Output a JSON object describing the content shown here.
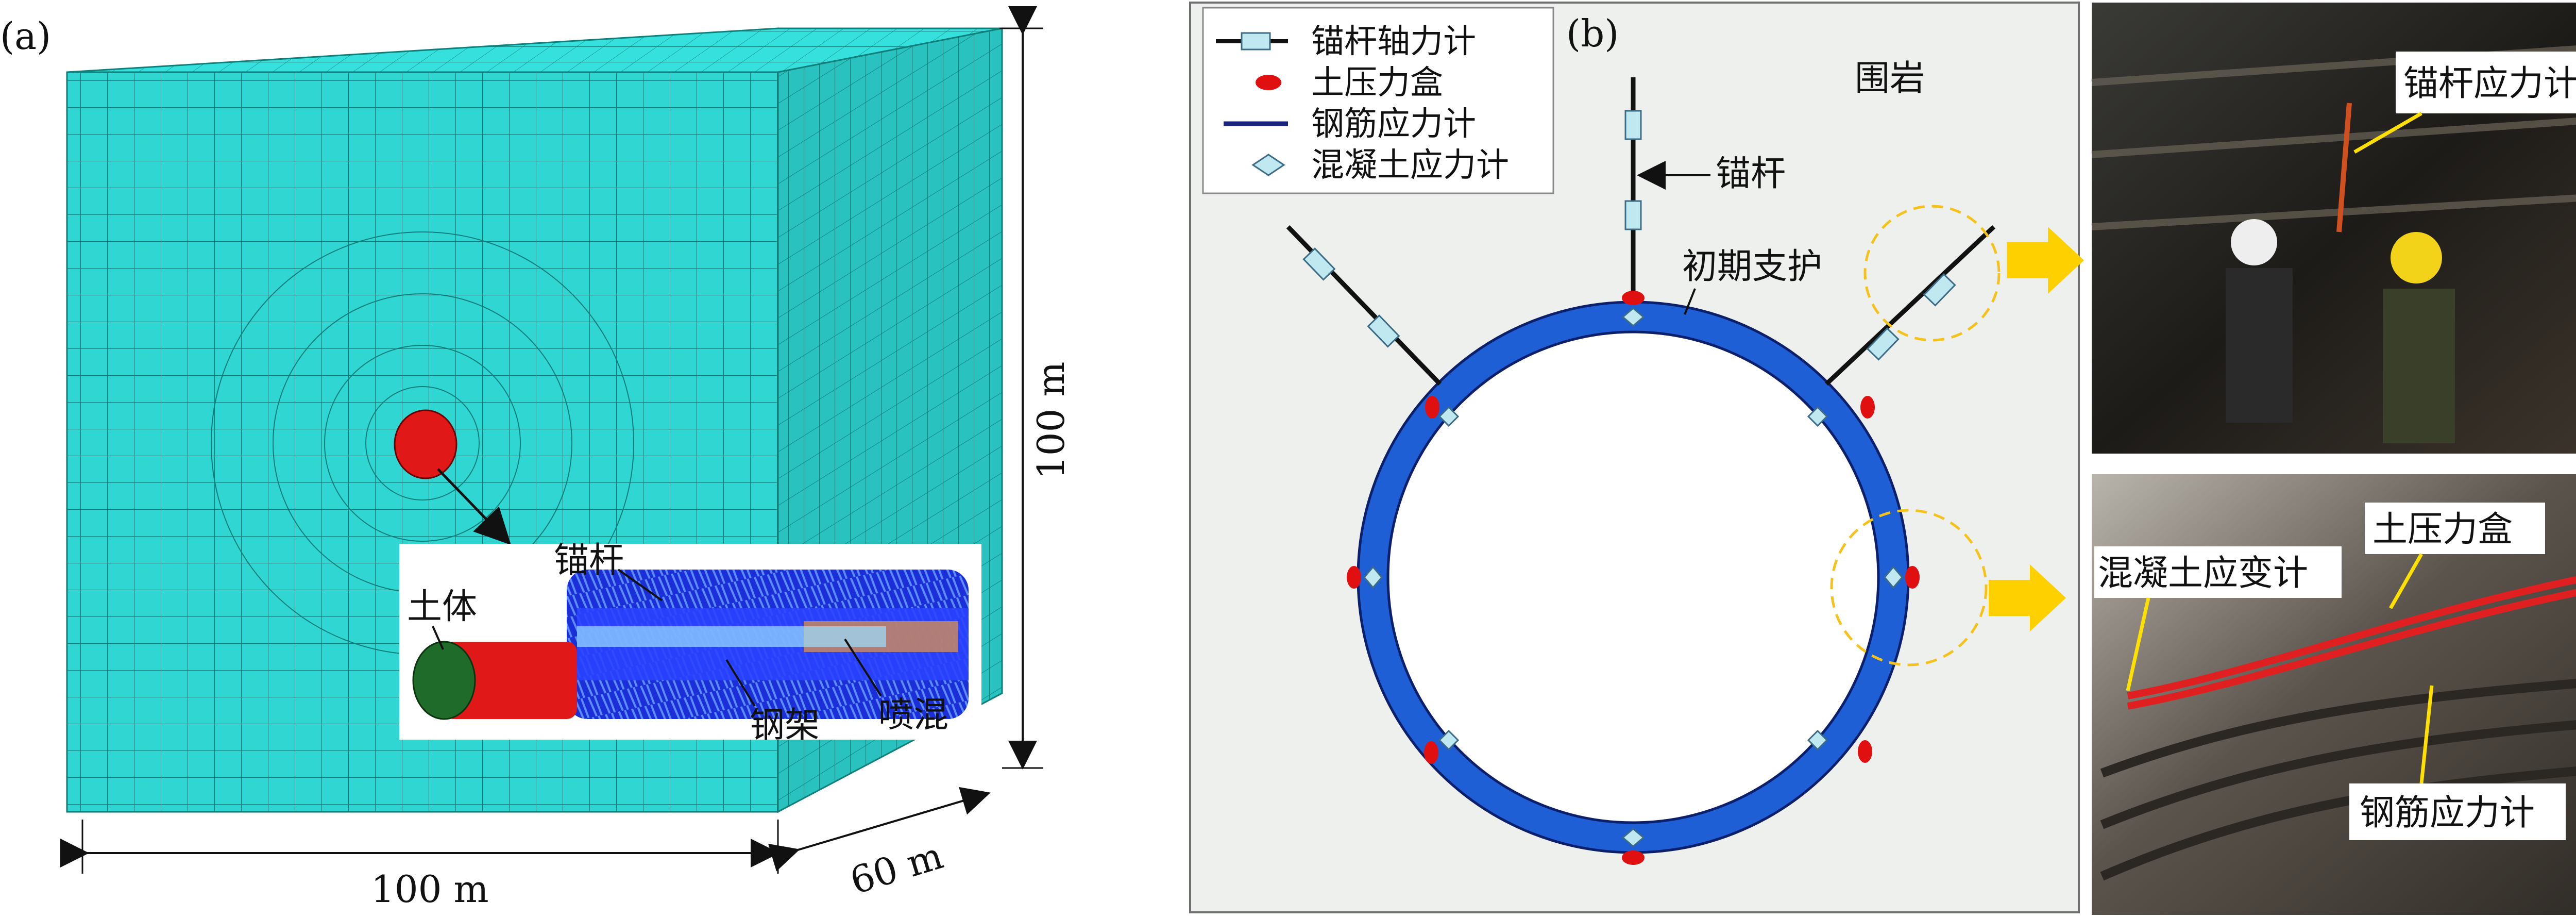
{
  "panel_a": {
    "tag": "(a)",
    "dim_height": "100 m",
    "dim_width": "100 m",
    "dim_depth": "60 m",
    "inset_labels": {
      "bolt": "锚杆",
      "soil": "土体",
      "frame": "钢架",
      "shotcrete": "喷混"
    }
  },
  "panel_b": {
    "tag": "(b)",
    "legend": [
      {
        "label": "锚杆轴力计",
        "icon": "bolt-axial-gauge-icon"
      },
      {
        "label": "土压力盒",
        "icon": "earth-pressure-cell-icon"
      },
      {
        "label": "钢筋应力计",
        "icon": "rebar-stress-gauge-icon"
      },
      {
        "label": "混凝土应力计",
        "icon": "concrete-stress-gauge-icon"
      }
    ],
    "surrounding_rock": "围岩",
    "bolt": "锚杆",
    "initial_support": "初期支护"
  },
  "photos": {
    "top_label": "锚杆应力计",
    "bottom_labels": {
      "earth_pressure": "土压力盒",
      "concrete_strain": "混凝土应变计",
      "rebar_stress": "钢筋应力计"
    }
  },
  "colors": {
    "mesh": "#2fd6d2",
    "lining": "#1f5fd6",
    "pressure_cell": "#e01010",
    "arrow": "#ffd000",
    "tunnel": "#e01818"
  }
}
